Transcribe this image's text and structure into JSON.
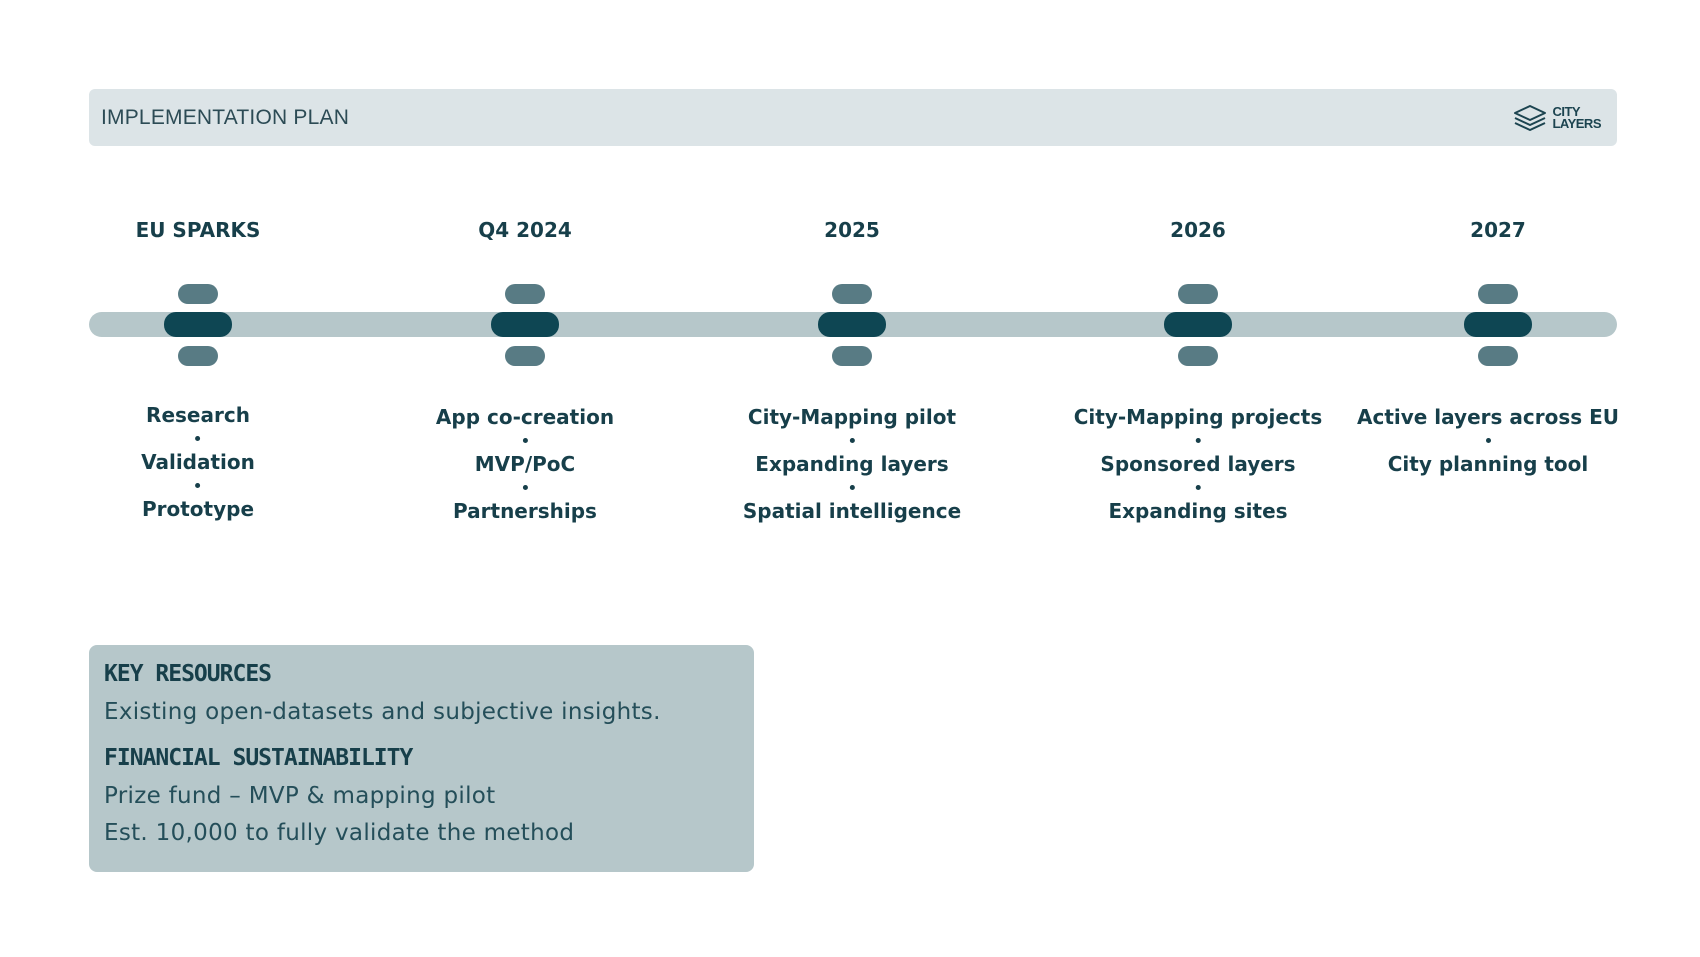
{
  "header": {
    "title": "IMPLEMENTATION PLAN",
    "logo_line1": "CITY",
    "logo_line2": "LAYERS"
  },
  "milestones": [
    {
      "label": "EU SPARKS",
      "items": [
        "Research",
        "Validation",
        "Prototype"
      ]
    },
    {
      "label": "Q4 2024",
      "items": [
        "App co-creation",
        "MVP/PoC",
        "Partnerships"
      ]
    },
    {
      "label": "2025",
      "items": [
        "City-Mapping pilot",
        "Expanding layers",
        "Spatial intelligence"
      ]
    },
    {
      "label": "2026",
      "items": [
        "City-Mapping projects",
        "Sponsored layers",
        "Expanding sites"
      ]
    },
    {
      "label": "2027",
      "items": [
        "Active layers across EU",
        "City planning tool"
      ]
    }
  ],
  "resources": {
    "key_heading": "KEY RESOURCES",
    "key_text": "Existing open-datasets and subjective insights.",
    "fin_heading": "FINANCIAL SUSTAINABILITY",
    "fin_line1": "Prize fund – MVP & mapping pilot",
    "fin_line2": "Est. 10,000 to fully validate the method"
  },
  "colors": {
    "track": "#b6c7ca",
    "milestone_main": "#0e4653",
    "milestone_side": "#587b84",
    "header_bg": "#dce4e7"
  }
}
